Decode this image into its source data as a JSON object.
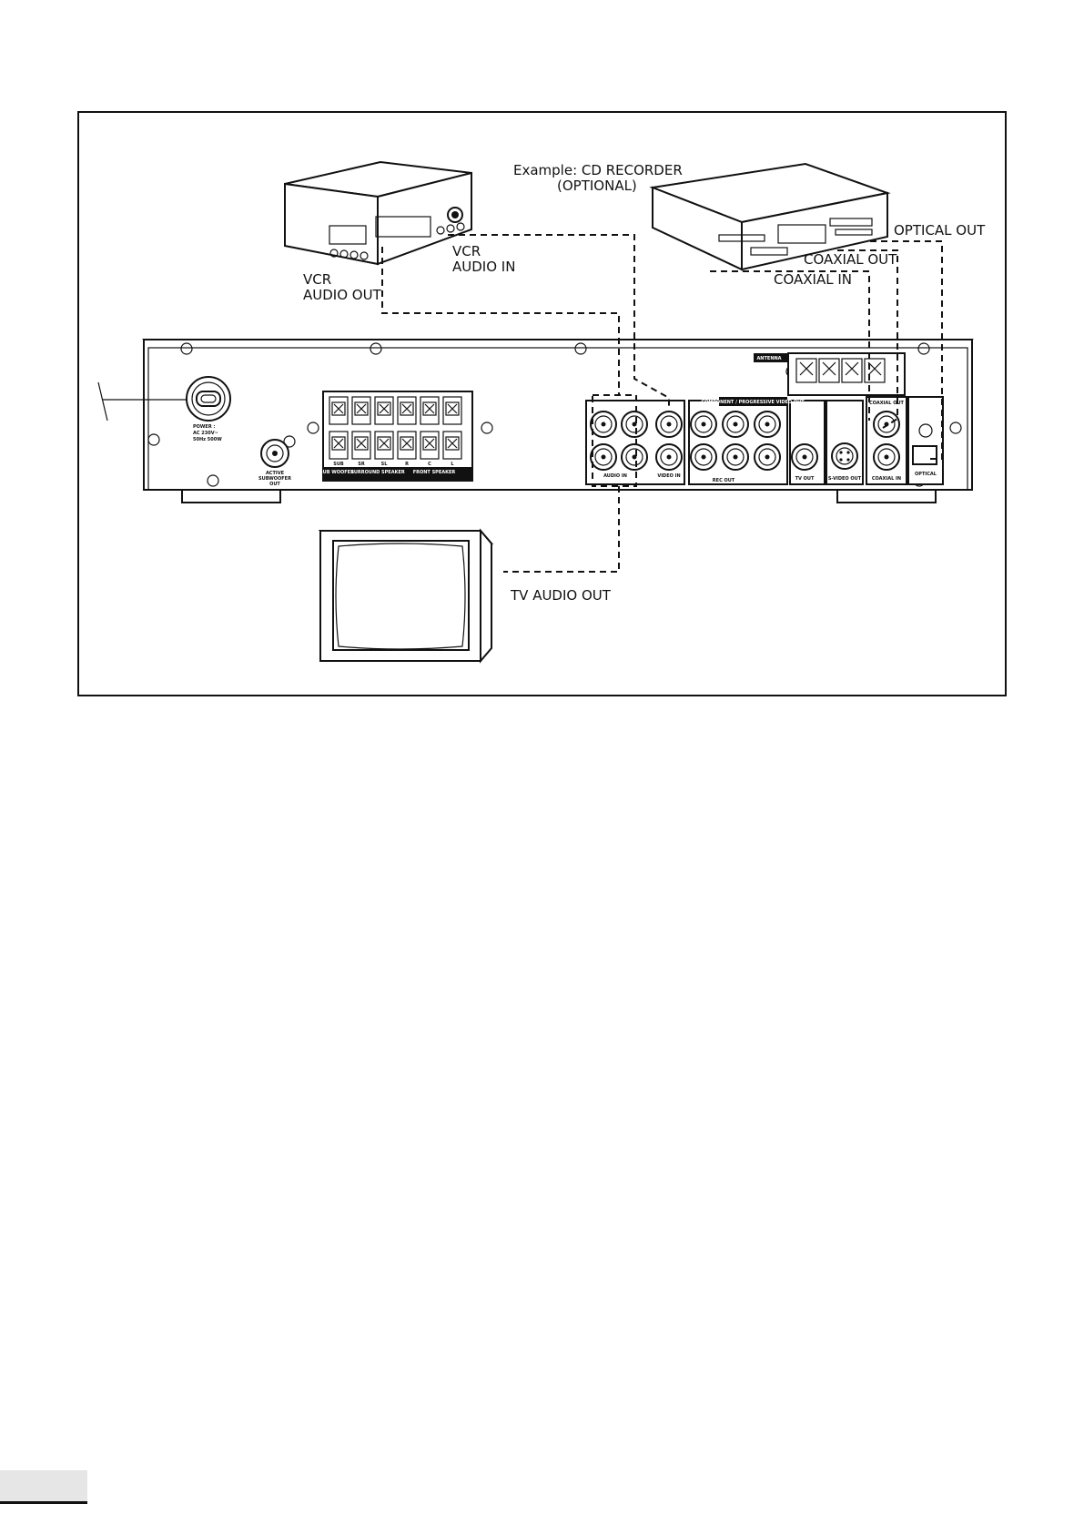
{
  "labels": {
    "cd_recorder_line1": "Example: CD RECORDER",
    "cd_recorder_line2": "(OPTIONAL)",
    "vcr_audio_in_line1": "VCR",
    "vcr_audio_in_line2": "AUDIO IN",
    "vcr_audio_out_line1": "VCR",
    "vcr_audio_out_line2": "AUDIO OUT",
    "optical_out": "OPTICAL OUT",
    "coaxial_out": "COAXIAL OUT",
    "coaxial_in": "COAXIAL IN",
    "tv_audio_out": "TV AUDIO OUT"
  },
  "panel": {
    "power_line1": "POWER :",
    "power_line2": "AC 230V~",
    "power_line3": "50Hz 500W",
    "subwoofer_line1": "ACTIVE",
    "subwoofer_line2": "SUBWOOFER",
    "subwoofer_line3": "OUT",
    "speaker_channels": [
      "SUB",
      "SR",
      "SL",
      "R",
      "C",
      "L"
    ],
    "speaker_groups": [
      "SUB WOOFER",
      "SURROUND SPEAKER",
      "FRONT SPEAKER"
    ],
    "antenna": "ANTENNA",
    "audio_in": "AUDIO IN",
    "video_in": "VIDEO IN",
    "rec_out": "REC OUT",
    "component_out": "COMPONENT / PROGRESSIVE VIDEO OUT",
    "tv_out": "TV OUT",
    "s_video_out": "S-VIDEO OUT",
    "coaxial_out_jack": "COAXIAL OUT",
    "coaxial_in_jack": "COAXIAL IN",
    "optical_jack": "OPTICAL"
  }
}
